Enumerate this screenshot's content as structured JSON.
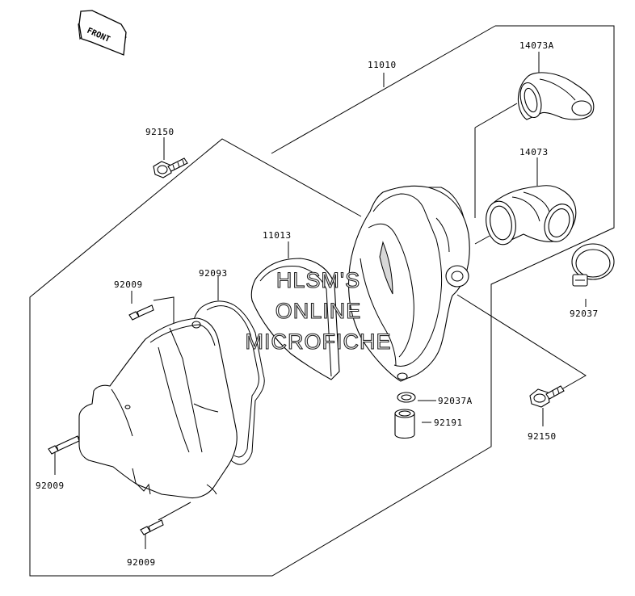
{
  "front_arrow": {
    "label": "FRONT",
    "icon": "front-direction-arrow-icon"
  },
  "part_labels": {
    "p11010": "11010",
    "p14073A": "14073A",
    "p92150_top": "92150",
    "p14073": "14073",
    "p11013": "11013",
    "p92009_top": "92009",
    "p92093": "92093",
    "p92037": "92037",
    "p92037A": "92037A",
    "p92191": "92191",
    "p92150_right": "92150",
    "p92009_left": "92009",
    "p92009_bottom": "92009"
  },
  "watermark": {
    "line1": "HLSM'S",
    "line2": "ONLINE",
    "line3": "MICROFICHE"
  },
  "colors": {
    "ink": "#000000",
    "background": "#ffffff",
    "shade": "#d8d8d8"
  }
}
